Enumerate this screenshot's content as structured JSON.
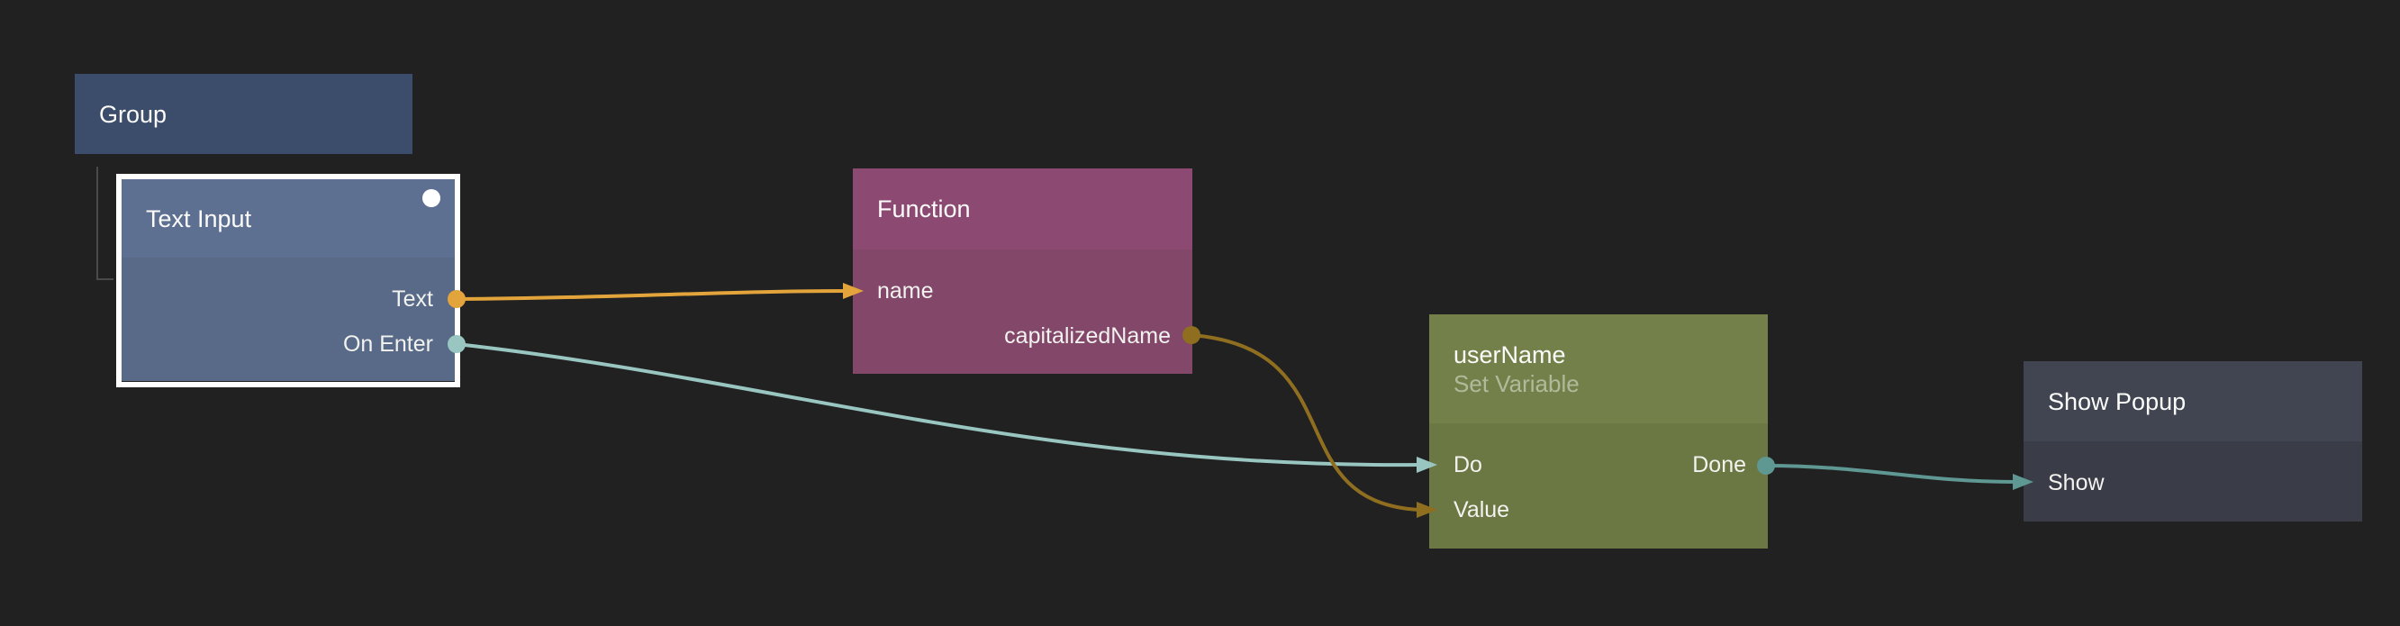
{
  "canvas": {
    "background": "#212122"
  },
  "colors": {
    "string_bright": "#e3a53b",
    "string_dim": "#8f6e20",
    "signal_bright": "#99c6c1",
    "signal_dim": "#5f9792",
    "selection": "#ffffff",
    "group_header": "#3c4d6b",
    "text_input_header": "#5e7092",
    "text_input_body": "#586a88",
    "function_header": "#8c4a73",
    "function_body": "#83476a",
    "set_variable_header": "#73804a",
    "set_variable_body": "#6b7843",
    "show_popup_header": "#414451",
    "show_popup_body": "#3a3d48"
  },
  "nodes": {
    "group": {
      "title": "Group"
    },
    "text_input": {
      "title": "Text Input",
      "selected": true,
      "outputs": [
        {
          "label": "Text",
          "type": "string"
        },
        {
          "label": "On Enter",
          "type": "signal"
        }
      ]
    },
    "function": {
      "title": "Function",
      "inputs": [
        {
          "label": "name",
          "type": "string"
        }
      ],
      "outputs": [
        {
          "label": "capitalizedName",
          "type": "string"
        }
      ]
    },
    "set_variable": {
      "title": "userName",
      "subtitle": "Set Variable",
      "inputs": [
        {
          "label": "Do",
          "type": "signal"
        },
        {
          "label": "Value",
          "type": "string"
        }
      ],
      "outputs": [
        {
          "label": "Done",
          "type": "signal"
        }
      ]
    },
    "show_popup": {
      "title": "Show Popup",
      "inputs": [
        {
          "label": "Show",
          "type": "signal"
        }
      ]
    }
  },
  "connections": [
    {
      "from": "Text Input.Text",
      "to": "Function.name",
      "type": "string",
      "highlighted": true
    },
    {
      "from": "Text Input.On Enter",
      "to": "userName.Do",
      "type": "signal",
      "highlighted": true
    },
    {
      "from": "Function.capitalizedName",
      "to": "userName.Value",
      "type": "string",
      "highlighted": false
    },
    {
      "from": "userName.Done",
      "to": "Show Popup.Show",
      "type": "signal",
      "highlighted": false
    }
  ]
}
